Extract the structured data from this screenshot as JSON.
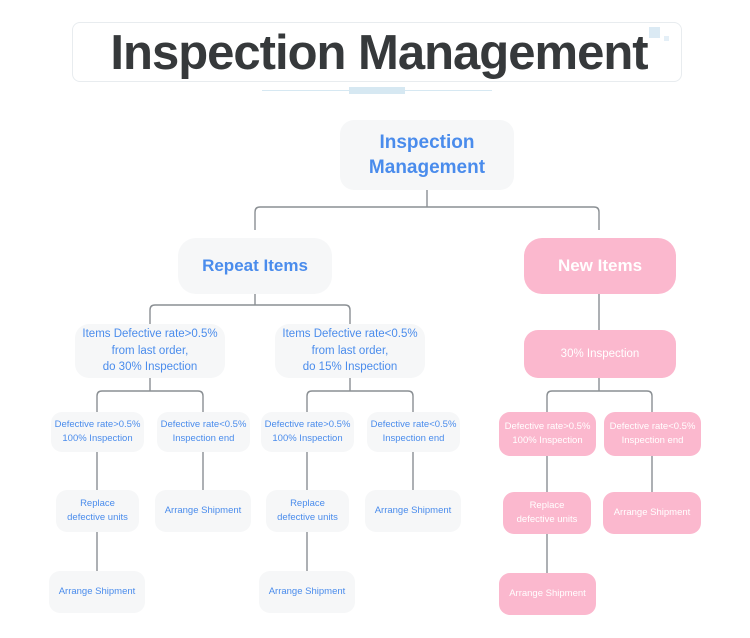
{
  "header": {
    "title": "Inspection Management",
    "deco_square_color": "#dbeaf4",
    "rule_color": "#d6e8f2"
  },
  "palette": {
    "blue_text": "#4a8cec",
    "blue_fill": "#f6f7f8",
    "pink_fill": "#fbb8ce",
    "pink_text": "#ffffff",
    "connector": "#8a8f93",
    "title_text": "#36393b"
  },
  "diagram": {
    "type": "tree",
    "root": {
      "label": "Inspection\nManagement",
      "style": "blue"
    },
    "branches": [
      {
        "name": "repeat-items",
        "label": "Repeat Items",
        "style": "blue",
        "children": [
          {
            "name": "repeat-high-rate",
            "label": "Items Defective rate>0.5%\nfrom last order,\ndo 30% Inspection",
            "style": "blue",
            "children": [
              {
                "name": "repeat-high-defect-over",
                "label": "Defective rate>0.5%\n100% Inspection",
                "style": "blue",
                "children": [
                  {
                    "name": "repeat-high-replace",
                    "label": "Replace\ndefective units",
                    "style": "blue",
                    "children": [
                      {
                        "name": "repeat-high-ship",
                        "label": "Arrange Shipment",
                        "style": "blue"
                      }
                    ]
                  }
                ]
              },
              {
                "name": "repeat-high-defect-under",
                "label": "Defective rate<0.5%\nInspection end",
                "style": "blue",
                "children": [
                  {
                    "name": "repeat-high-ship-2",
                    "label": "Arrange Shipment",
                    "style": "blue"
                  }
                ]
              }
            ]
          },
          {
            "name": "repeat-low-rate",
            "label": "Items Defective rate<0.5%\nfrom last order,\ndo 15% Inspection",
            "style": "blue",
            "children": [
              {
                "name": "repeat-low-defect-over",
                "label": "Defective rate>0.5%\n100% Inspection",
                "style": "blue",
                "children": [
                  {
                    "name": "repeat-low-replace",
                    "label": "Replace\ndefective units",
                    "style": "blue",
                    "children": [
                      {
                        "name": "repeat-low-ship",
                        "label": "Arrange Shipment",
                        "style": "blue"
                      }
                    ]
                  }
                ]
              },
              {
                "name": "repeat-low-defect-under",
                "label": "Defective rate<0.5%\nInspection end",
                "style": "blue",
                "children": [
                  {
                    "name": "repeat-low-ship-2",
                    "label": "Arrange Shipment",
                    "style": "blue"
                  }
                ]
              }
            ]
          }
        ]
      },
      {
        "name": "new-items",
        "label": "New Items",
        "style": "pink",
        "children": [
          {
            "name": "new-30-inspection",
            "label": "30% Inspection",
            "style": "pink",
            "children": [
              {
                "name": "new-defect-over",
                "label": "Defective rate>0.5%\n100% Inspection",
                "style": "pink",
                "children": [
                  {
                    "name": "new-replace",
                    "label": "Replace\ndefective units",
                    "style": "pink",
                    "children": [
                      {
                        "name": "new-ship",
                        "label": "Arrange Shipment",
                        "style": "pink"
                      }
                    ]
                  }
                ]
              },
              {
                "name": "new-defect-under",
                "label": "Defective rate<0.5%\nInspection end",
                "style": "pink",
                "children": [
                  {
                    "name": "new-ship-2",
                    "label": "Arrange Shipment",
                    "style": "pink"
                  }
                ]
              }
            ]
          }
        ]
      }
    ]
  },
  "nodes": {
    "root": "Inspection\nManagement",
    "repeat_items": "Repeat Items",
    "new_items": "New Items",
    "repeat_high_rate": "Items Defective rate>0.5%\nfrom last order,\ndo 30% Inspection",
    "repeat_low_rate": "Items Defective rate<0.5%\nfrom last order,\ndo 15% Inspection",
    "new_30": "30% Inspection",
    "defect_over": "Defective rate>0.5%\n100% Inspection",
    "defect_under": "Defective rate<0.5%\nInspection end",
    "replace": "Replace\ndefective units",
    "arrange": "Arrange Shipment"
  }
}
